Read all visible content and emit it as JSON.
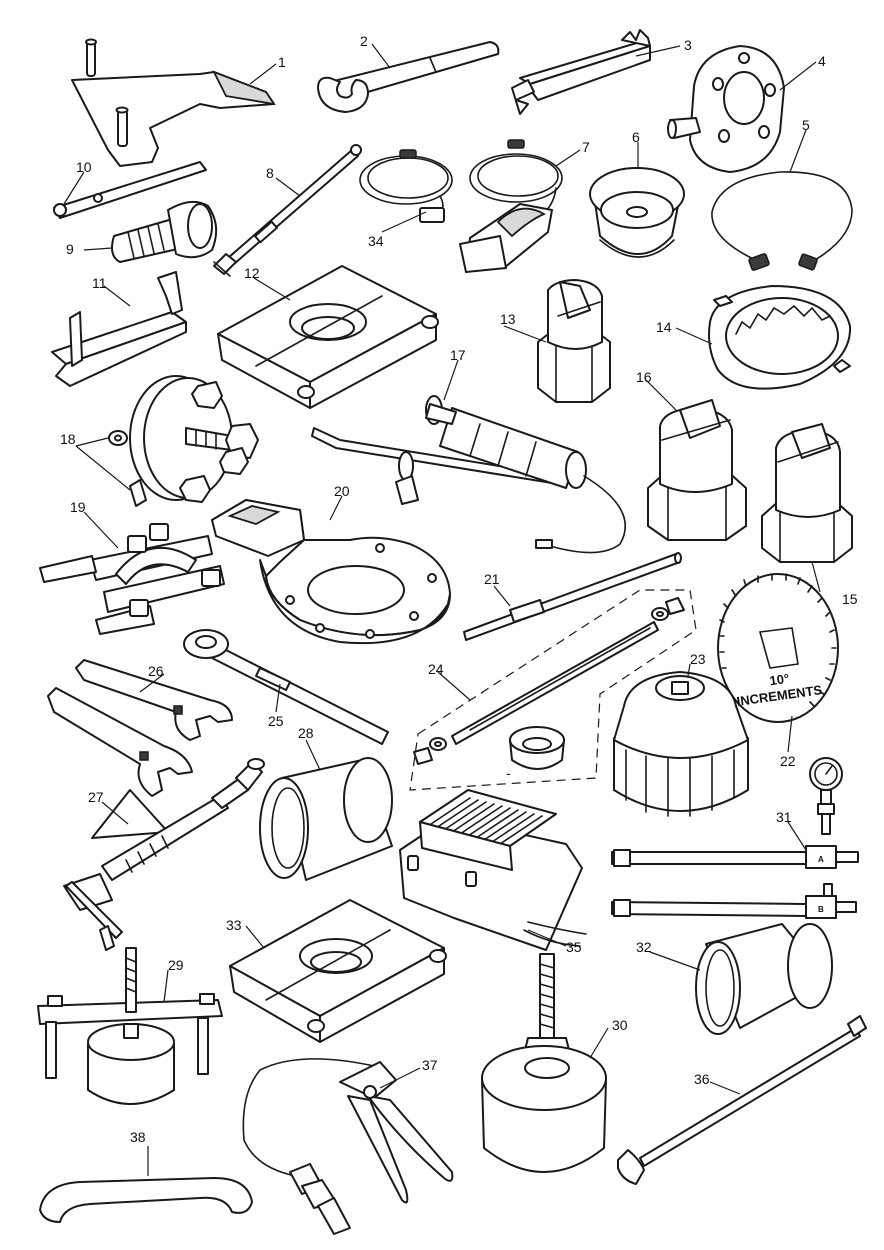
{
  "callouts": [
    "1",
    "2",
    "3",
    "4",
    "5",
    "6",
    "7",
    "8",
    "9",
    "10",
    "11",
    "12",
    "13",
    "14",
    "15",
    "16",
    "17",
    "18",
    "19",
    "20",
    "21",
    "22",
    "23",
    "24",
    "25",
    "26",
    "27",
    "28",
    "29",
    "30",
    "31",
    "32",
    "33",
    "34",
    "35",
    "36",
    "37",
    "38"
  ],
  "dial": {
    "line1": "10°",
    "line2": "INCREMENTS"
  },
  "hose_tags": {
    "a": "A",
    "b": "B"
  },
  "kit_marker": "-"
}
